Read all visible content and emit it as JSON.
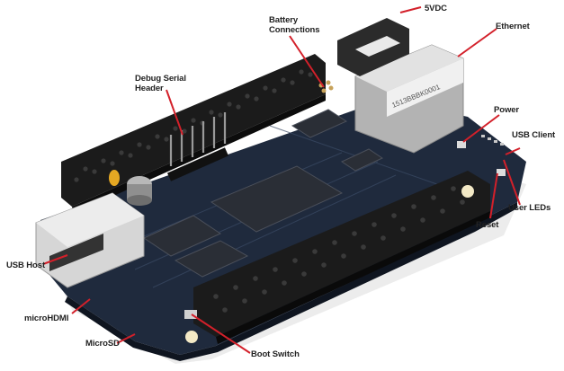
{
  "diagram": {
    "subject": "BeagleBone Black board",
    "leader_color": "#d3202a",
    "board_color": "#1f2a3d",
    "labels": [
      {
        "id": "5vdc",
        "text": "5VDC"
      },
      {
        "id": "battery",
        "line1": "Battery",
        "line2": "Connections"
      },
      {
        "id": "ethernet",
        "text": "Ethernet"
      },
      {
        "id": "debug",
        "line1": "Debug Serial",
        "line2": "Header"
      },
      {
        "id": "power",
        "text": "Power"
      },
      {
        "id": "usb-client",
        "text": "USB Client"
      },
      {
        "id": "user-leds",
        "text": "User LEDs"
      },
      {
        "id": "reset",
        "text": "Reset"
      },
      {
        "id": "usb-host",
        "text": "USB Host"
      },
      {
        "id": "microhdmi",
        "text": "microHDMI"
      },
      {
        "id": "microsd",
        "text": "MicroSD"
      },
      {
        "id": "boot-switch",
        "text": "Boot Switch"
      }
    ],
    "ethernet_jack_text": "1513BBBK0001"
  }
}
